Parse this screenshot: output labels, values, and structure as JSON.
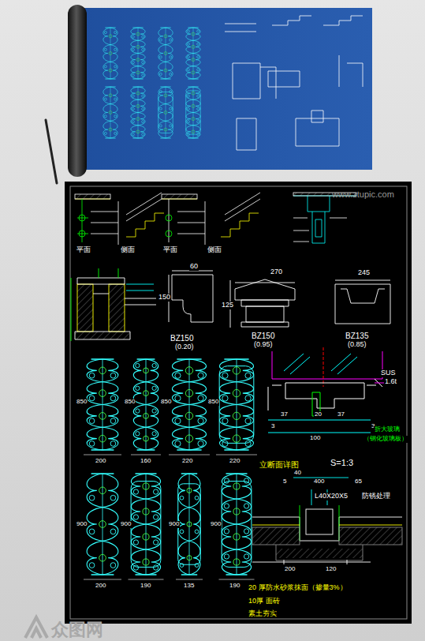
{
  "diagram": {
    "labels": [
      "www.ztupic.com",
      "平面",
      "侧面",
      "平面",
      "侧面",
      "60",
      "150",
      "BZ150",
      "(0.20)",
      "270",
      "125",
      "BZ150",
      "(0.95)",
      "245",
      "BZ135",
      "(0.85)",
      "200",
      "160",
      "220",
      "220",
      "850",
      "850",
      "850",
      "850",
      "200",
      "190",
      "135",
      "190",
      "900",
      "900",
      "900",
      "900",
      "SUS",
      "1.6t",
      "37",
      "20",
      "37",
      "3",
      "3",
      "100",
      "折大玻璃",
      "（钢化玻璃板）",
      "立断面详图",
      "S=1:3",
      "40",
      "400",
      "65",
      "5",
      "L40X20X5",
      "防锈处理",
      "200",
      "120",
      "20 厚防水砂浆抹面（掺量3%）",
      "10厚 面砖",
      "素土夯实",
      "众图网"
    ]
  }
}
